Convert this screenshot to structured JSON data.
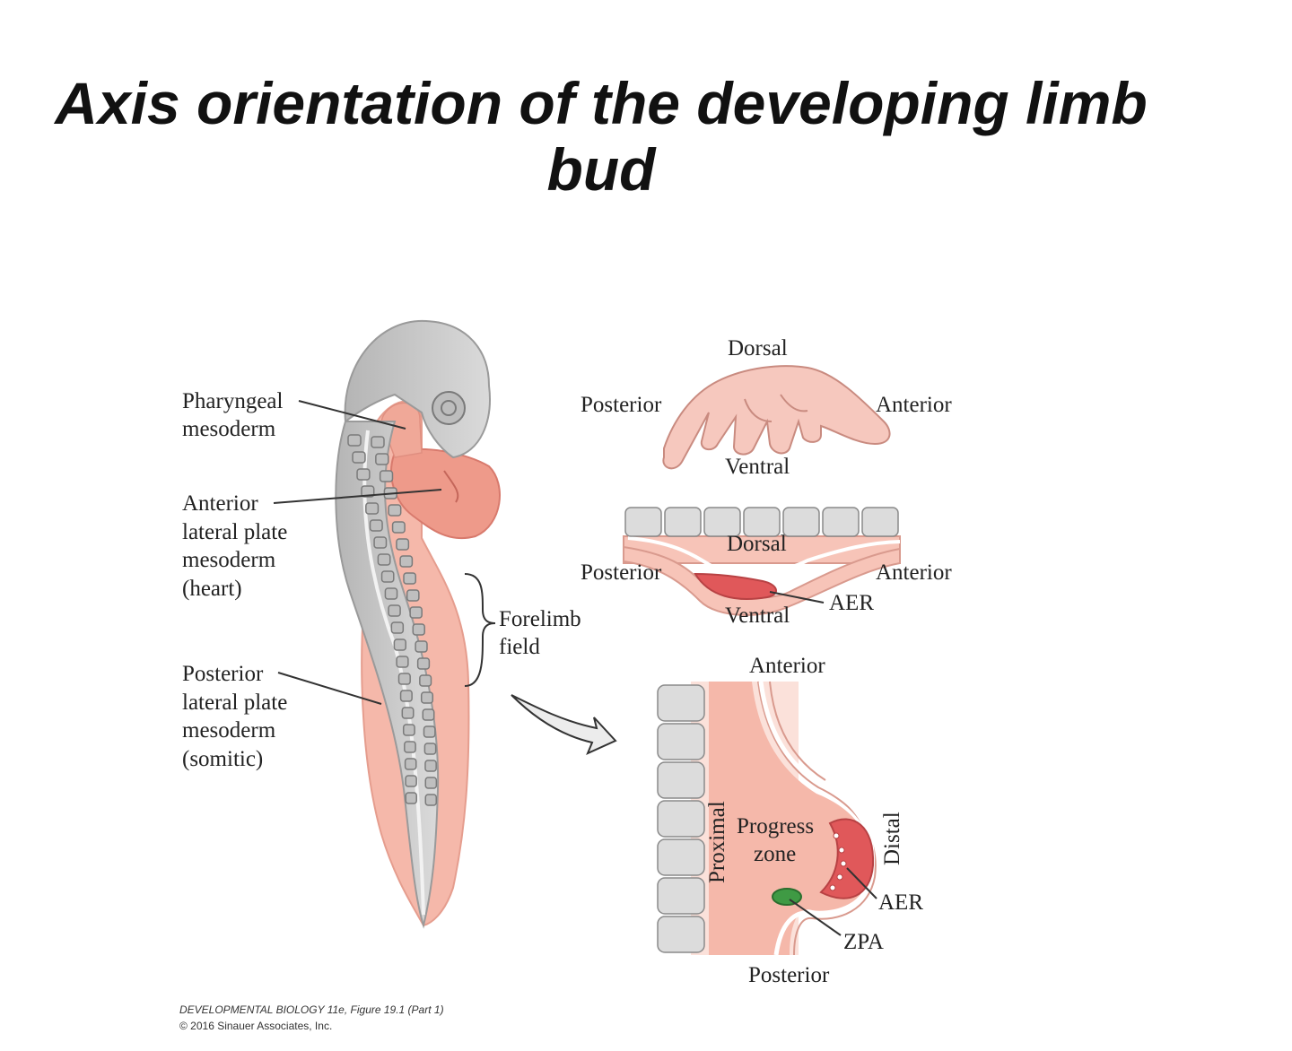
{
  "title": {
    "line1": "Axis orientation of the developing limb",
    "line2": "bud"
  },
  "embryo": {
    "labels": {
      "pharyngeal": [
        "Pharyngeal",
        "mesoderm"
      ],
      "anterior_lpm": [
        "Anterior",
        "lateral plate",
        "mesoderm",
        "(heart)"
      ],
      "posterior_lpm": [
        "Posterior",
        "lateral plate",
        "mesoderm",
        "(somitic)"
      ],
      "forelimb": [
        "Forelimb",
        "field"
      ]
    }
  },
  "hand_view": {
    "dorsal": "Dorsal",
    "ventral": "Ventral",
    "posterior": "Posterior",
    "anterior": "Anterior"
  },
  "cross_section": {
    "dorsal": "Dorsal",
    "ventral": "Ventral",
    "posterior": "Posterior",
    "anterior": "Anterior",
    "aer": "AER"
  },
  "limb_bud": {
    "anterior": "Anterior",
    "posterior": "Posterior",
    "proximal": "Proximal",
    "distal": "Distal",
    "progress_zone": [
      "Progress",
      "zone"
    ],
    "aer": "AER",
    "zpa": "ZPA"
  },
  "credit": {
    "line1": "DEVELOPMENTAL BIOLOGY 11e, Figure 19.1 (Part 1)",
    "line2": "© 2016 Sinauer Associates, Inc."
  },
  "colors": {
    "tissue": "#f5b8aa",
    "aer_red": "#e0585a",
    "heart": "#ee9a8a",
    "gray": "#c8c8c8",
    "zpa_green": "#3f9a44"
  }
}
